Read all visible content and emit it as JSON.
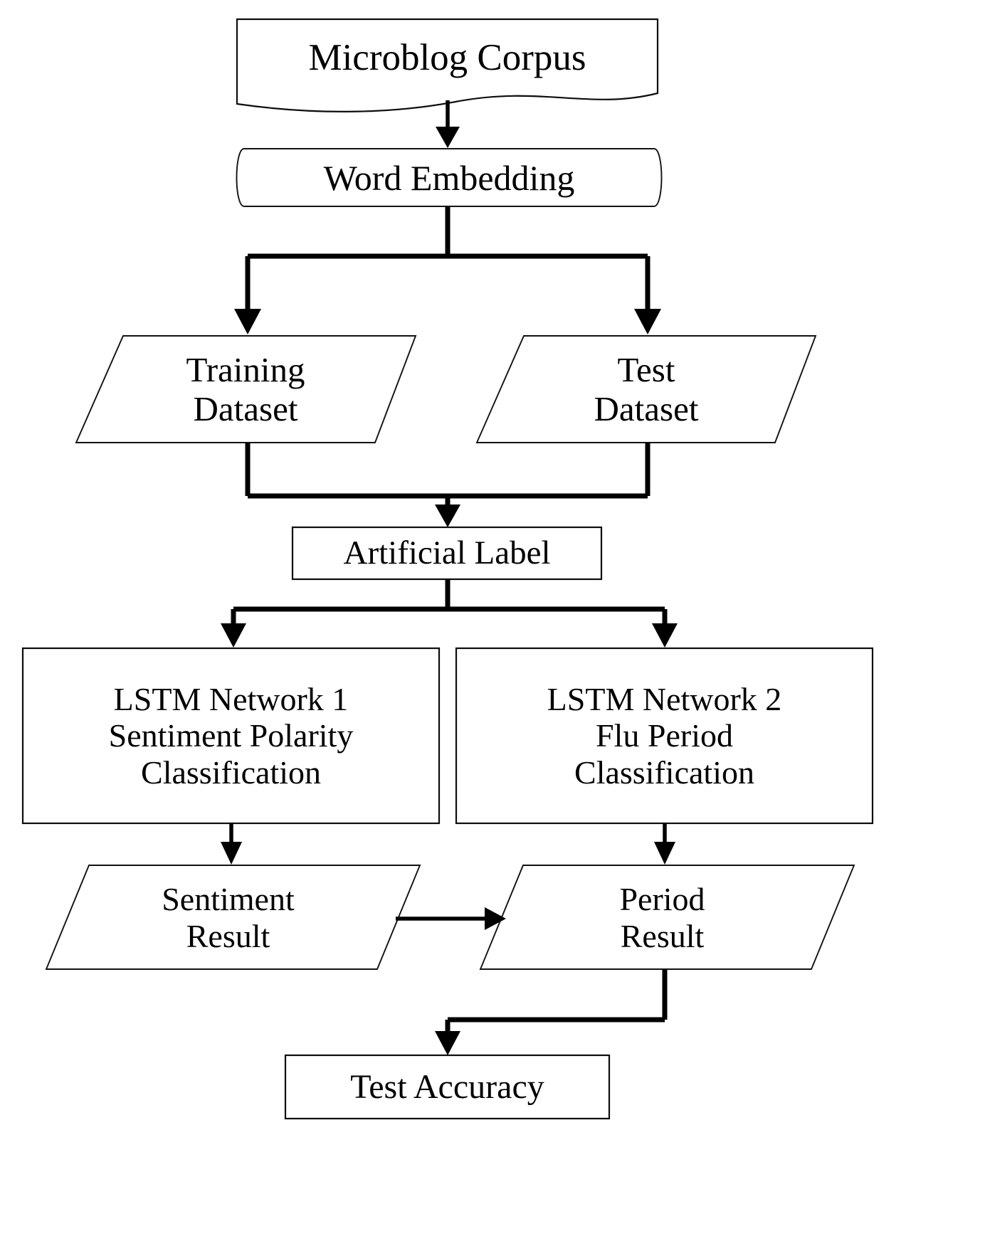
{
  "diagram": {
    "title": "Microblog sentiment and flu period LSTM classification pipeline",
    "background_color": "#ffffff",
    "line_color": "#000000",
    "text_color": "#000000",
    "nodes": [
      {
        "id": "microblog-corpus",
        "label": "Microblog Corpus",
        "shape": "document",
        "lines": [
          "Microblog Corpus"
        ]
      },
      {
        "id": "word-embedding",
        "label": "Word Embedding",
        "shape": "tape",
        "lines": [
          "Word Embedding"
        ]
      },
      {
        "id": "training-dataset",
        "label": "Training Dataset",
        "shape": "parallelogram",
        "lines": [
          "Training",
          "Dataset"
        ]
      },
      {
        "id": "test-dataset",
        "label": "Test Dataset",
        "shape": "parallelogram",
        "lines": [
          "Test",
          "Dataset"
        ]
      },
      {
        "id": "artificial-label",
        "label": "Artificial Label",
        "shape": "rectangle",
        "lines": [
          "Artificial Label"
        ]
      },
      {
        "id": "lstm-network-1",
        "label": "LSTM Network 1 Sentiment Polarity Classification",
        "shape": "rectangle",
        "lines": [
          "LSTM Network 1",
          "Sentiment Polarity",
          "Classification"
        ]
      },
      {
        "id": "lstm-network-2",
        "label": "LSTM Network 2 Flu Period Classification",
        "shape": "rectangle",
        "lines": [
          "LSTM Network 2",
          "Flu Period",
          "Classification"
        ]
      },
      {
        "id": "sentiment-result",
        "label": "Sentiment Result",
        "shape": "parallelogram",
        "lines": [
          "Sentiment",
          "Result"
        ]
      },
      {
        "id": "period-result",
        "label": "Period Result",
        "shape": "parallelogram",
        "lines": [
          "Period",
          "Result"
        ]
      },
      {
        "id": "test-accuracy",
        "label": "Test Accuracy",
        "shape": "rectangle",
        "lines": [
          "Test Accuracy"
        ]
      }
    ],
    "edges": [
      {
        "id": "edge-corpus-to-embedding",
        "from": "microblog-corpus",
        "to": "word-embedding",
        "style": "straight-down"
      },
      {
        "id": "edge-embedding-to-training",
        "from": "word-embedding",
        "to": "training-dataset",
        "style": "split-left"
      },
      {
        "id": "edge-embedding-to-test",
        "from": "word-embedding",
        "to": "test-dataset",
        "style": "split-right"
      },
      {
        "id": "edge-training-to-label",
        "from": "training-dataset",
        "to": "artificial-label",
        "style": "merge-left"
      },
      {
        "id": "edge-test-to-label",
        "from": "test-dataset",
        "to": "artificial-label",
        "style": "merge-right"
      },
      {
        "id": "edge-label-to-lstm1",
        "from": "artificial-label",
        "to": "lstm-network-1",
        "style": "split-left"
      },
      {
        "id": "edge-label-to-lstm2",
        "from": "artificial-label",
        "to": "lstm-network-2",
        "style": "split-right"
      },
      {
        "id": "edge-lstm1-to-sentiment",
        "from": "lstm-network-1",
        "to": "sentiment-result",
        "style": "straight-down"
      },
      {
        "id": "edge-lstm2-to-period",
        "from": "lstm-network-2",
        "to": "period-result",
        "style": "straight-down"
      },
      {
        "id": "edge-sentiment-to-period",
        "from": "sentiment-result",
        "to": "period-result",
        "style": "straight-right"
      },
      {
        "id": "edge-period-to-accuracy",
        "from": "period-result",
        "to": "test-accuracy",
        "style": "elbow-down-left"
      }
    ]
  }
}
